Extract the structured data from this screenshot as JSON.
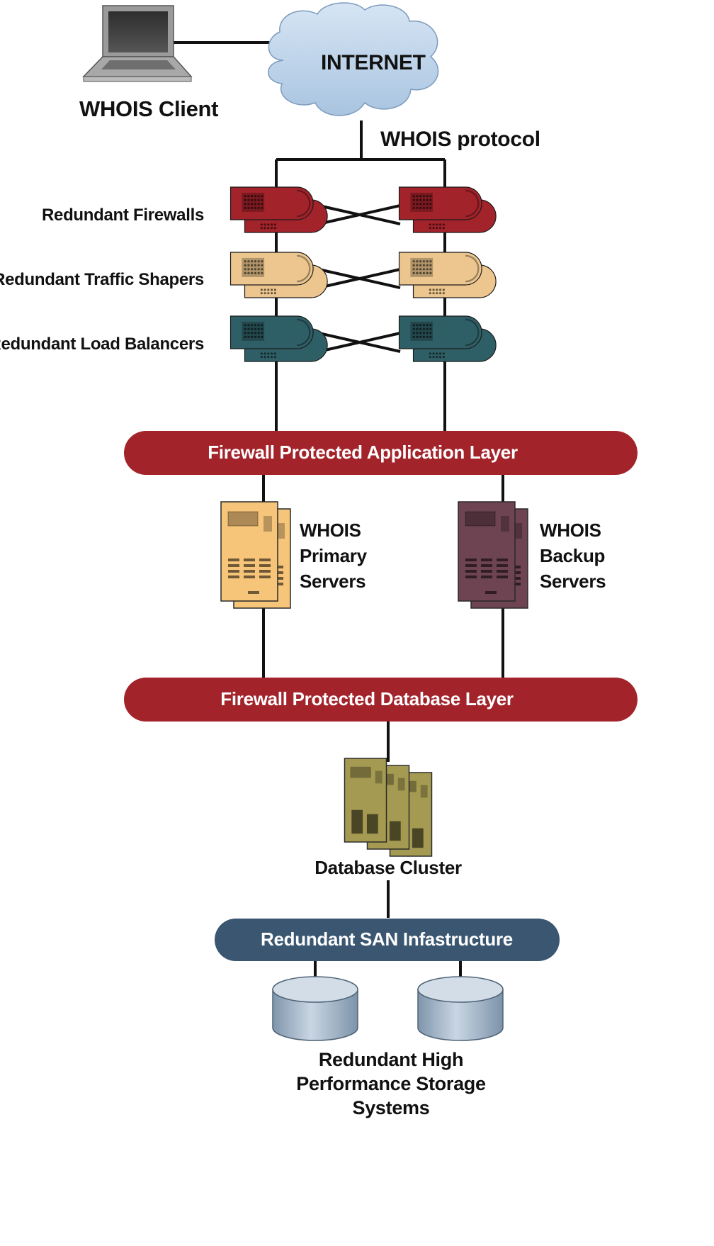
{
  "labels": {
    "whois_client": "WHOIS Client",
    "internet": "INTERNET",
    "whois_protocol": "WHOIS protocol",
    "redundant_firewalls": "Redundant Firewalls",
    "redundant_traffic_shapers": "Redundant Traffic Shapers",
    "redundant_load_balancers": "Redundant Load Balancers",
    "application_layer": "Firewall Protected Application Layer",
    "primary_servers": [
      "WHOIS",
      "Primary",
      "Servers"
    ],
    "backup_servers": [
      "WHOIS",
      "Backup",
      "Servers"
    ],
    "database_layer": "Firewall Protected Database Layer",
    "database_cluster": "Database Cluster",
    "san": "Redundant SAN Infastructure",
    "storage": [
      "Redundant High",
      "Performance Storage",
      "Systems"
    ]
  },
  "colors": {
    "firewall": "#a3232b",
    "traffic_shaper": "#ecc68e",
    "load_balancer": "#2f5f66",
    "layer_band": "#a3232b",
    "primary_server": "#f6c57a",
    "backup_server": "#6e4452",
    "db_server": "#a59a52",
    "san_band": "#3a5670",
    "cloud": "#b9d2ea",
    "storage_disk": "#9fb4c8"
  }
}
